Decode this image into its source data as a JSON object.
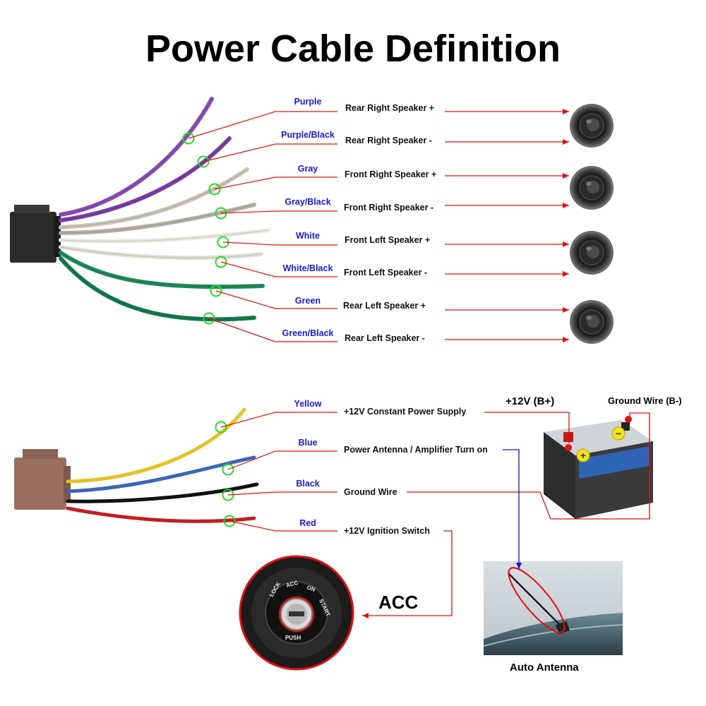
{
  "title": "Power Cable Definition",
  "colors": {
    "label_blue": "#1a1adb",
    "red_line": "#e01010",
    "blue_line": "#1010d0",
    "highlight_green": "#22dd22"
  },
  "speaker_wires": [
    {
      "color_name": "Purple",
      "function": "Rear Right Speaker +",
      "wire_color": "#8a4fb3"
    },
    {
      "color_name": "Purple/Black",
      "function": "Rear Right Speaker -",
      "wire_color": "#7a3fa3"
    },
    {
      "color_name": "Gray",
      "function": "Front Right Speaker +",
      "wire_color": "#c9c6bb"
    },
    {
      "color_name": "Gray/Black",
      "function": "Front Right Speaker -",
      "wire_color": "#b4b2a8"
    },
    {
      "color_name": "White",
      "function": "Front Left Speaker +",
      "wire_color": "#ecebe3"
    },
    {
      "color_name": "White/Black",
      "function": "Front Left Speaker -",
      "wire_color": "#e2e1d8"
    },
    {
      "color_name": "Green",
      "function": "Rear Left Speaker +",
      "wire_color": "#1f8a5e"
    },
    {
      "color_name": "Green/Black",
      "function": "Rear Left Speaker -",
      "wire_color": "#157a50"
    }
  ],
  "power_wires": [
    {
      "color_name": "Yellow",
      "function": "+12V Constant Power Supply",
      "wire_color": "#e3c325"
    },
    {
      "color_name": "Blue",
      "function": "Power Antenna / Amplifier Turn on",
      "wire_color": "#3a66b8"
    },
    {
      "color_name": "Black",
      "function": "Ground Wire",
      "wire_color": "#111111"
    },
    {
      "color_name": "Red",
      "function": "+12V  Ignition Switch",
      "wire_color": "#c41e1e"
    }
  ],
  "battery": {
    "positive_label": "+12V  (B+)",
    "ground_label": "Ground Wire (B-)"
  },
  "acc_label": "ACC",
  "ignition": {
    "lock": "LOCK",
    "acc": "ACC",
    "on": "ON",
    "start": "START",
    "push": "PUSH"
  },
  "antenna_caption": "Auto Antenna"
}
